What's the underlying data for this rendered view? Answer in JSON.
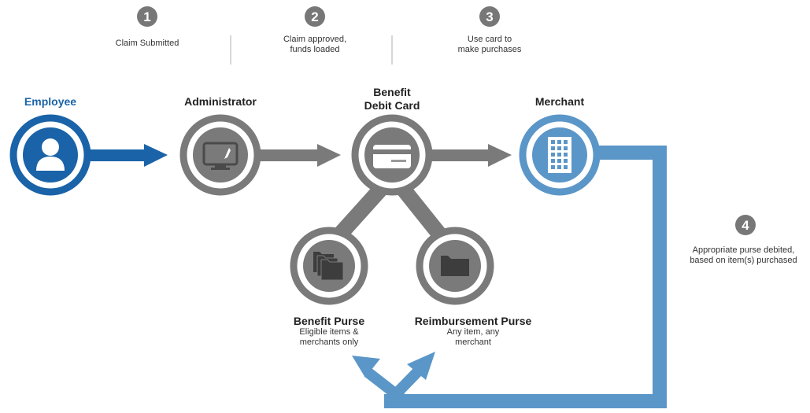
{
  "steps": [
    {
      "number": "1",
      "text": "Claim Submitted"
    },
    {
      "number": "2",
      "text_line1": "Claim approved,",
      "text_line2": "funds loaded"
    },
    {
      "number": "3",
      "text_line1": "Use card to",
      "text_line2": "make purchases"
    },
    {
      "number": "4",
      "text_line1": "Appropriate purse debited,",
      "text_line2": "based on item(s) purchased"
    }
  ],
  "nodes": {
    "employee": {
      "label": "Employee",
      "icon": "person-icon"
    },
    "administrator": {
      "label": "Administrator",
      "icon": "monitor-icon"
    },
    "debit_card": {
      "label_line1": "Benefit",
      "label_line2": "Debit Card",
      "icon": "credit-card-icon"
    },
    "merchant": {
      "label": "Merchant",
      "icon": "building-icon"
    },
    "benefit_purse": {
      "label": "Benefit Purse",
      "sub_line1": "Eligible items &",
      "sub_line2": "merchants only",
      "icon": "folders-icon"
    },
    "reimbursement_purse": {
      "label": "Reimbursement Purse",
      "sub_line1": "Any item, any",
      "sub_line2": "merchant",
      "icon": "folder-icon"
    }
  },
  "colors": {
    "blue": "#1a63a8",
    "light_blue": "#5b96c8",
    "gray": "#7a7a7a",
    "dark_gray": "#5e5e5e",
    "step_badge": "#777777"
  }
}
